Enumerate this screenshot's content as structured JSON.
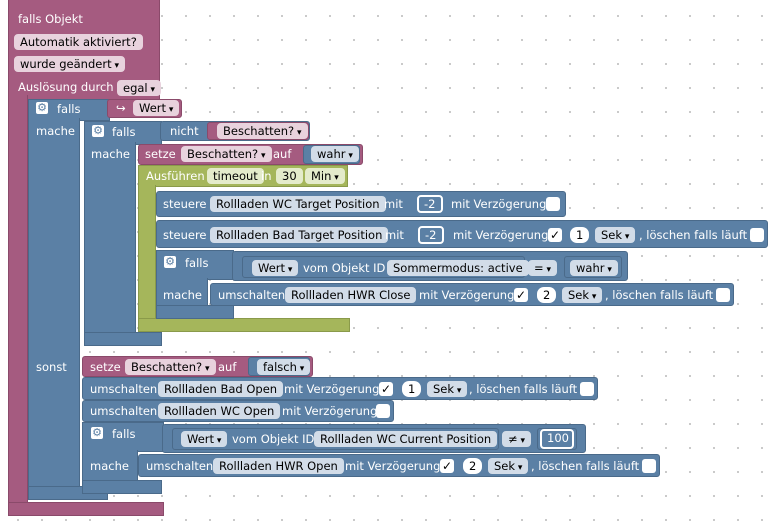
{
  "trigger": {
    "title": "falls Objekt",
    "cond1": "Automatik aktiviert?",
    "cond2": "wurde geändert",
    "trigger_label": "Auslösung durch",
    "trigger_value": "egal"
  },
  "if1": {
    "falls": "falls",
    "arrow": "↪",
    "value": "Wert",
    "mache": "mache",
    "sonst": "sonst"
  },
  "if2": {
    "falls": "falls",
    "nicht": "nicht",
    "var": "Beschatten?",
    "mache": "mache"
  },
  "set1": {
    "label": "setze",
    "var": "Beschatten?",
    "auf": "auf",
    "value": "wahr"
  },
  "timeout": {
    "label": "Ausführen",
    "name": "timeout",
    "in": "in",
    "value": "30",
    "unit": "Min"
  },
  "ctrl1": {
    "label": "steuere",
    "target": "Rollladen WC Target Position",
    "mit": "mit",
    "value": "-2",
    "delay": "mit Verzögerung"
  },
  "ctrl2": {
    "label": "steuere",
    "target": "Rollladen Bad Target Position",
    "mit": "mit",
    "value": "-2",
    "delay": "mit Verzögerung",
    "check": "✓",
    "num": "1",
    "unit": "Sek",
    "clear": ", löschen falls läuft"
  },
  "if3": {
    "falls": "falls",
    "value": "Wert",
    "from": "vom Objekt ID",
    "object": "Sommermodus: active",
    "op": "=",
    "bool": "wahr",
    "mache": "mache"
  },
  "toggle1": {
    "label": "umschalten",
    "target": "Rollladen HWR Close",
    "delay": "mit Verzögerung",
    "check": "✓",
    "num": "2",
    "unit": "Sek",
    "clear": ", löschen falls läuft"
  },
  "set2": {
    "label": "setze",
    "var": "Beschatten?",
    "auf": "auf",
    "value": "falsch"
  },
  "toggle2": {
    "label": "umschalten",
    "target": "Rollladen Bad Open",
    "delay": "mit Verzögerung",
    "check": "✓",
    "num": "1",
    "unit": "Sek",
    "clear": ", löschen falls läuft"
  },
  "toggle3": {
    "label": "umschalten",
    "target": "Rollladen WC Open",
    "delay": "mit Verzögerung"
  },
  "if4": {
    "falls": "falls",
    "value": "Wert",
    "from": "vom Objekt ID",
    "object": "Rollladen WC Current Position",
    "op": "≠",
    "num": "100",
    "mache": "mache"
  },
  "toggle4": {
    "label": "umschalten",
    "target": "Rollladen HWR Open",
    "delay": "mit Verzögerung",
    "check": "✓",
    "num": "2",
    "unit": "Sek",
    "clear": ", löschen falls läuft"
  },
  "icons": {
    "gear": "⚙",
    "check": "✓"
  }
}
